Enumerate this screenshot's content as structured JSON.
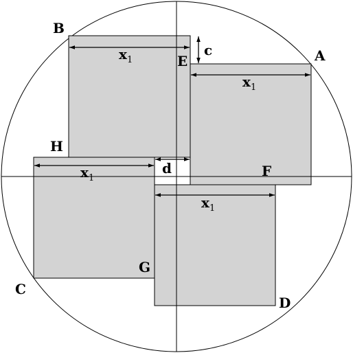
{
  "points": {
    "A": "A",
    "B": "B",
    "C": "C",
    "D": "D",
    "E": "E",
    "F": "F",
    "G": "G",
    "H": "H"
  },
  "dimensions": {
    "x_label": "x",
    "x_subscript": "1",
    "c_label": "c",
    "d_label": "d"
  },
  "colors": {
    "square_fill": "#d3d3d3",
    "line": "#000000",
    "background": "#ffffff"
  }
}
